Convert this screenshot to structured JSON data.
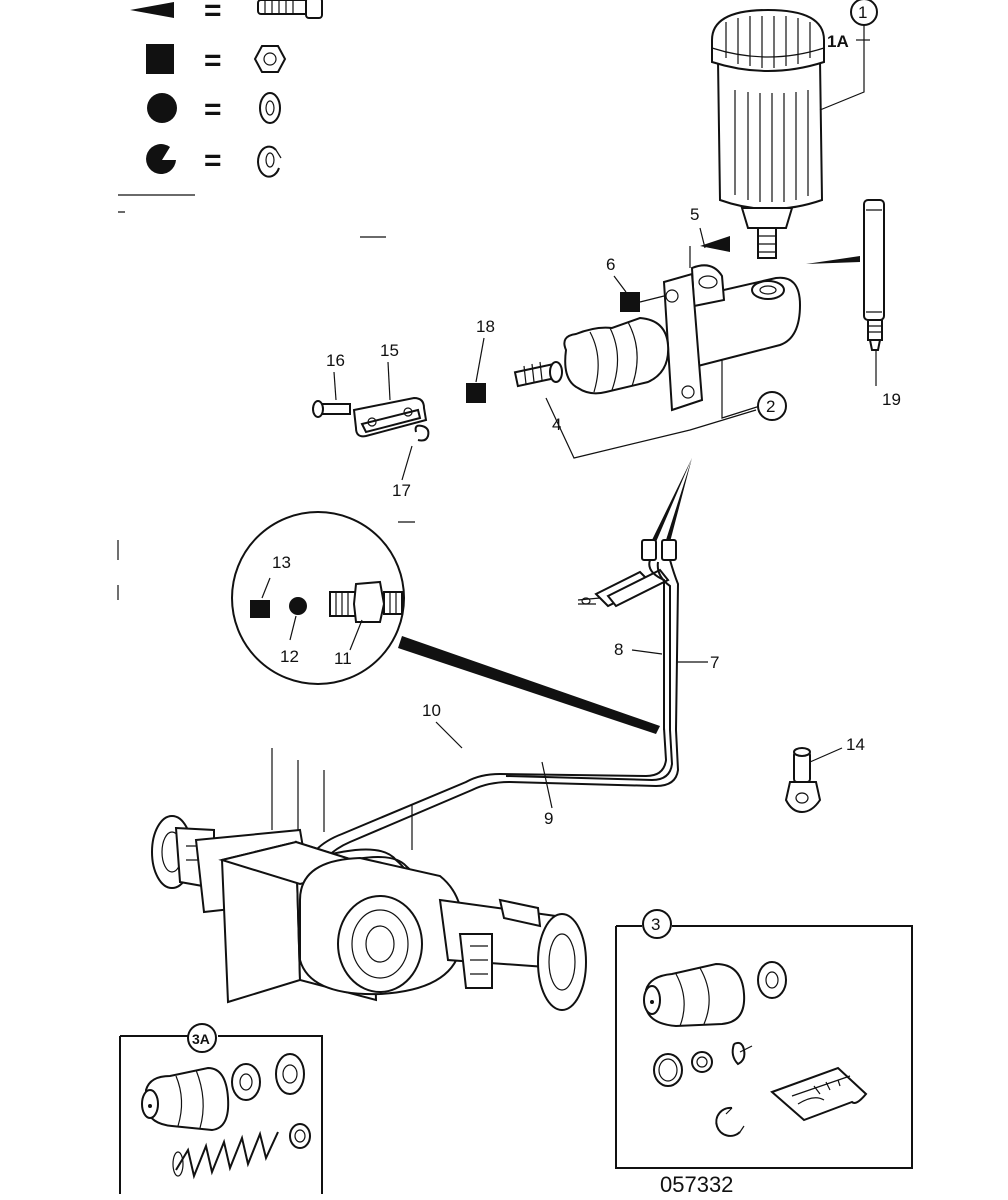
{
  "legend": {
    "equals": "=",
    "items": [
      {
        "symbol": "triangle",
        "part": "bolt"
      },
      {
        "symbol": "square",
        "part": "nut"
      },
      {
        "symbol": "circle",
        "part": "washer"
      },
      {
        "symbol": "notched-circle",
        "part": "spring-washer"
      }
    ]
  },
  "callouts": {
    "c1": "1",
    "c1A": "1A",
    "c2": "2",
    "c3": "3",
    "c3A": "3A",
    "c4": "4",
    "c5": "5",
    "c6": "6",
    "c7": "7",
    "c8": "8",
    "c9": "9",
    "c10": "10",
    "c11": "11",
    "c12": "12",
    "c13": "13",
    "c14": "14",
    "c15": "15",
    "c16": "16",
    "c17": "17",
    "c18": "18",
    "c19": "19"
  },
  "drawing_number": "057332",
  "colors": {
    "ink": "#111111",
    "paper": "#ffffff"
  }
}
